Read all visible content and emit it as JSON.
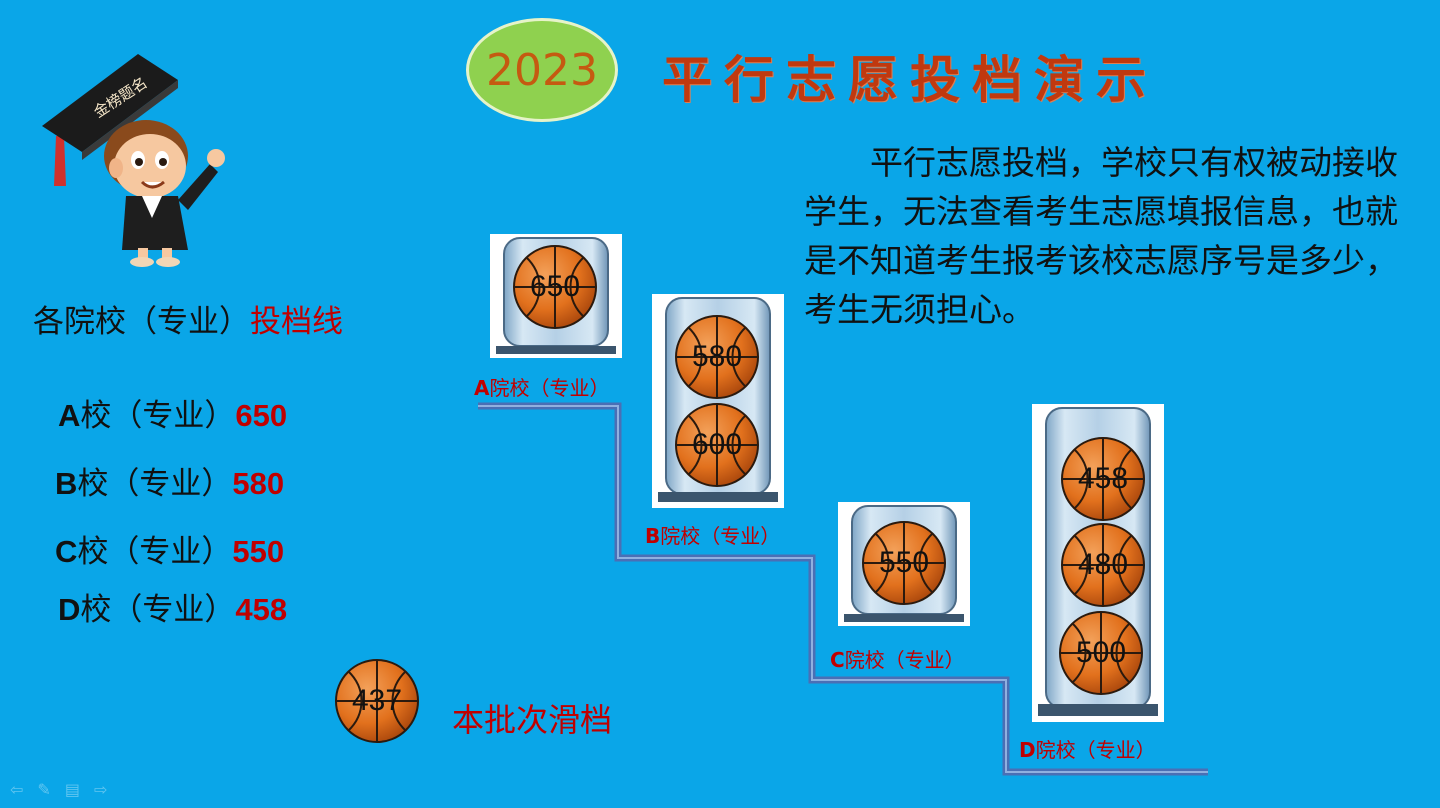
{
  "header": {
    "year": "2023",
    "title": "平行志愿投档演示"
  },
  "description": "平行志愿投档，学校只有权被动接收学生，无法查看考生志愿填报信息，也就是不知道考生报考该校志愿序号是多少，考生无须担心。",
  "mascot": {
    "cap_text": "金榜题名"
  },
  "cutoff": {
    "heading_prefix": "各院校（专业）",
    "heading_accent": "投档线",
    "rows": [
      {
        "letter": "A",
        "label": "校（专业）",
        "score": "650"
      },
      {
        "letter": "B",
        "label": "校（专业）",
        "score": "580"
      },
      {
        "letter": "C",
        "label": "校（专业）",
        "score": "550"
      },
      {
        "letter": "D",
        "label": "校（专业）",
        "score": "458"
      }
    ]
  },
  "schools": [
    {
      "letter": "A",
      "label": "院校（专业）",
      "balls": [
        "650"
      ]
    },
    {
      "letter": "B",
      "label": "院校（专业）",
      "balls": [
        "580",
        "600"
      ]
    },
    {
      "letter": "C",
      "label": "院校（专业）",
      "balls": [
        "550"
      ]
    },
    {
      "letter": "D",
      "label": "院校（专业）",
      "balls": [
        "458",
        "480",
        "500"
      ]
    }
  ],
  "slipped": {
    "score": "437",
    "label": "本批次滑档"
  },
  "colors": {
    "background": "#0aa6e8",
    "accent_red": "#c00000",
    "title_red": "#c0390f",
    "badge_green": "#8fd14f",
    "stair_blue": "#4a6fb5"
  },
  "footer_icons": [
    "back-arrow-icon",
    "pen-icon",
    "menu-icon",
    "forward-arrow-icon"
  ]
}
